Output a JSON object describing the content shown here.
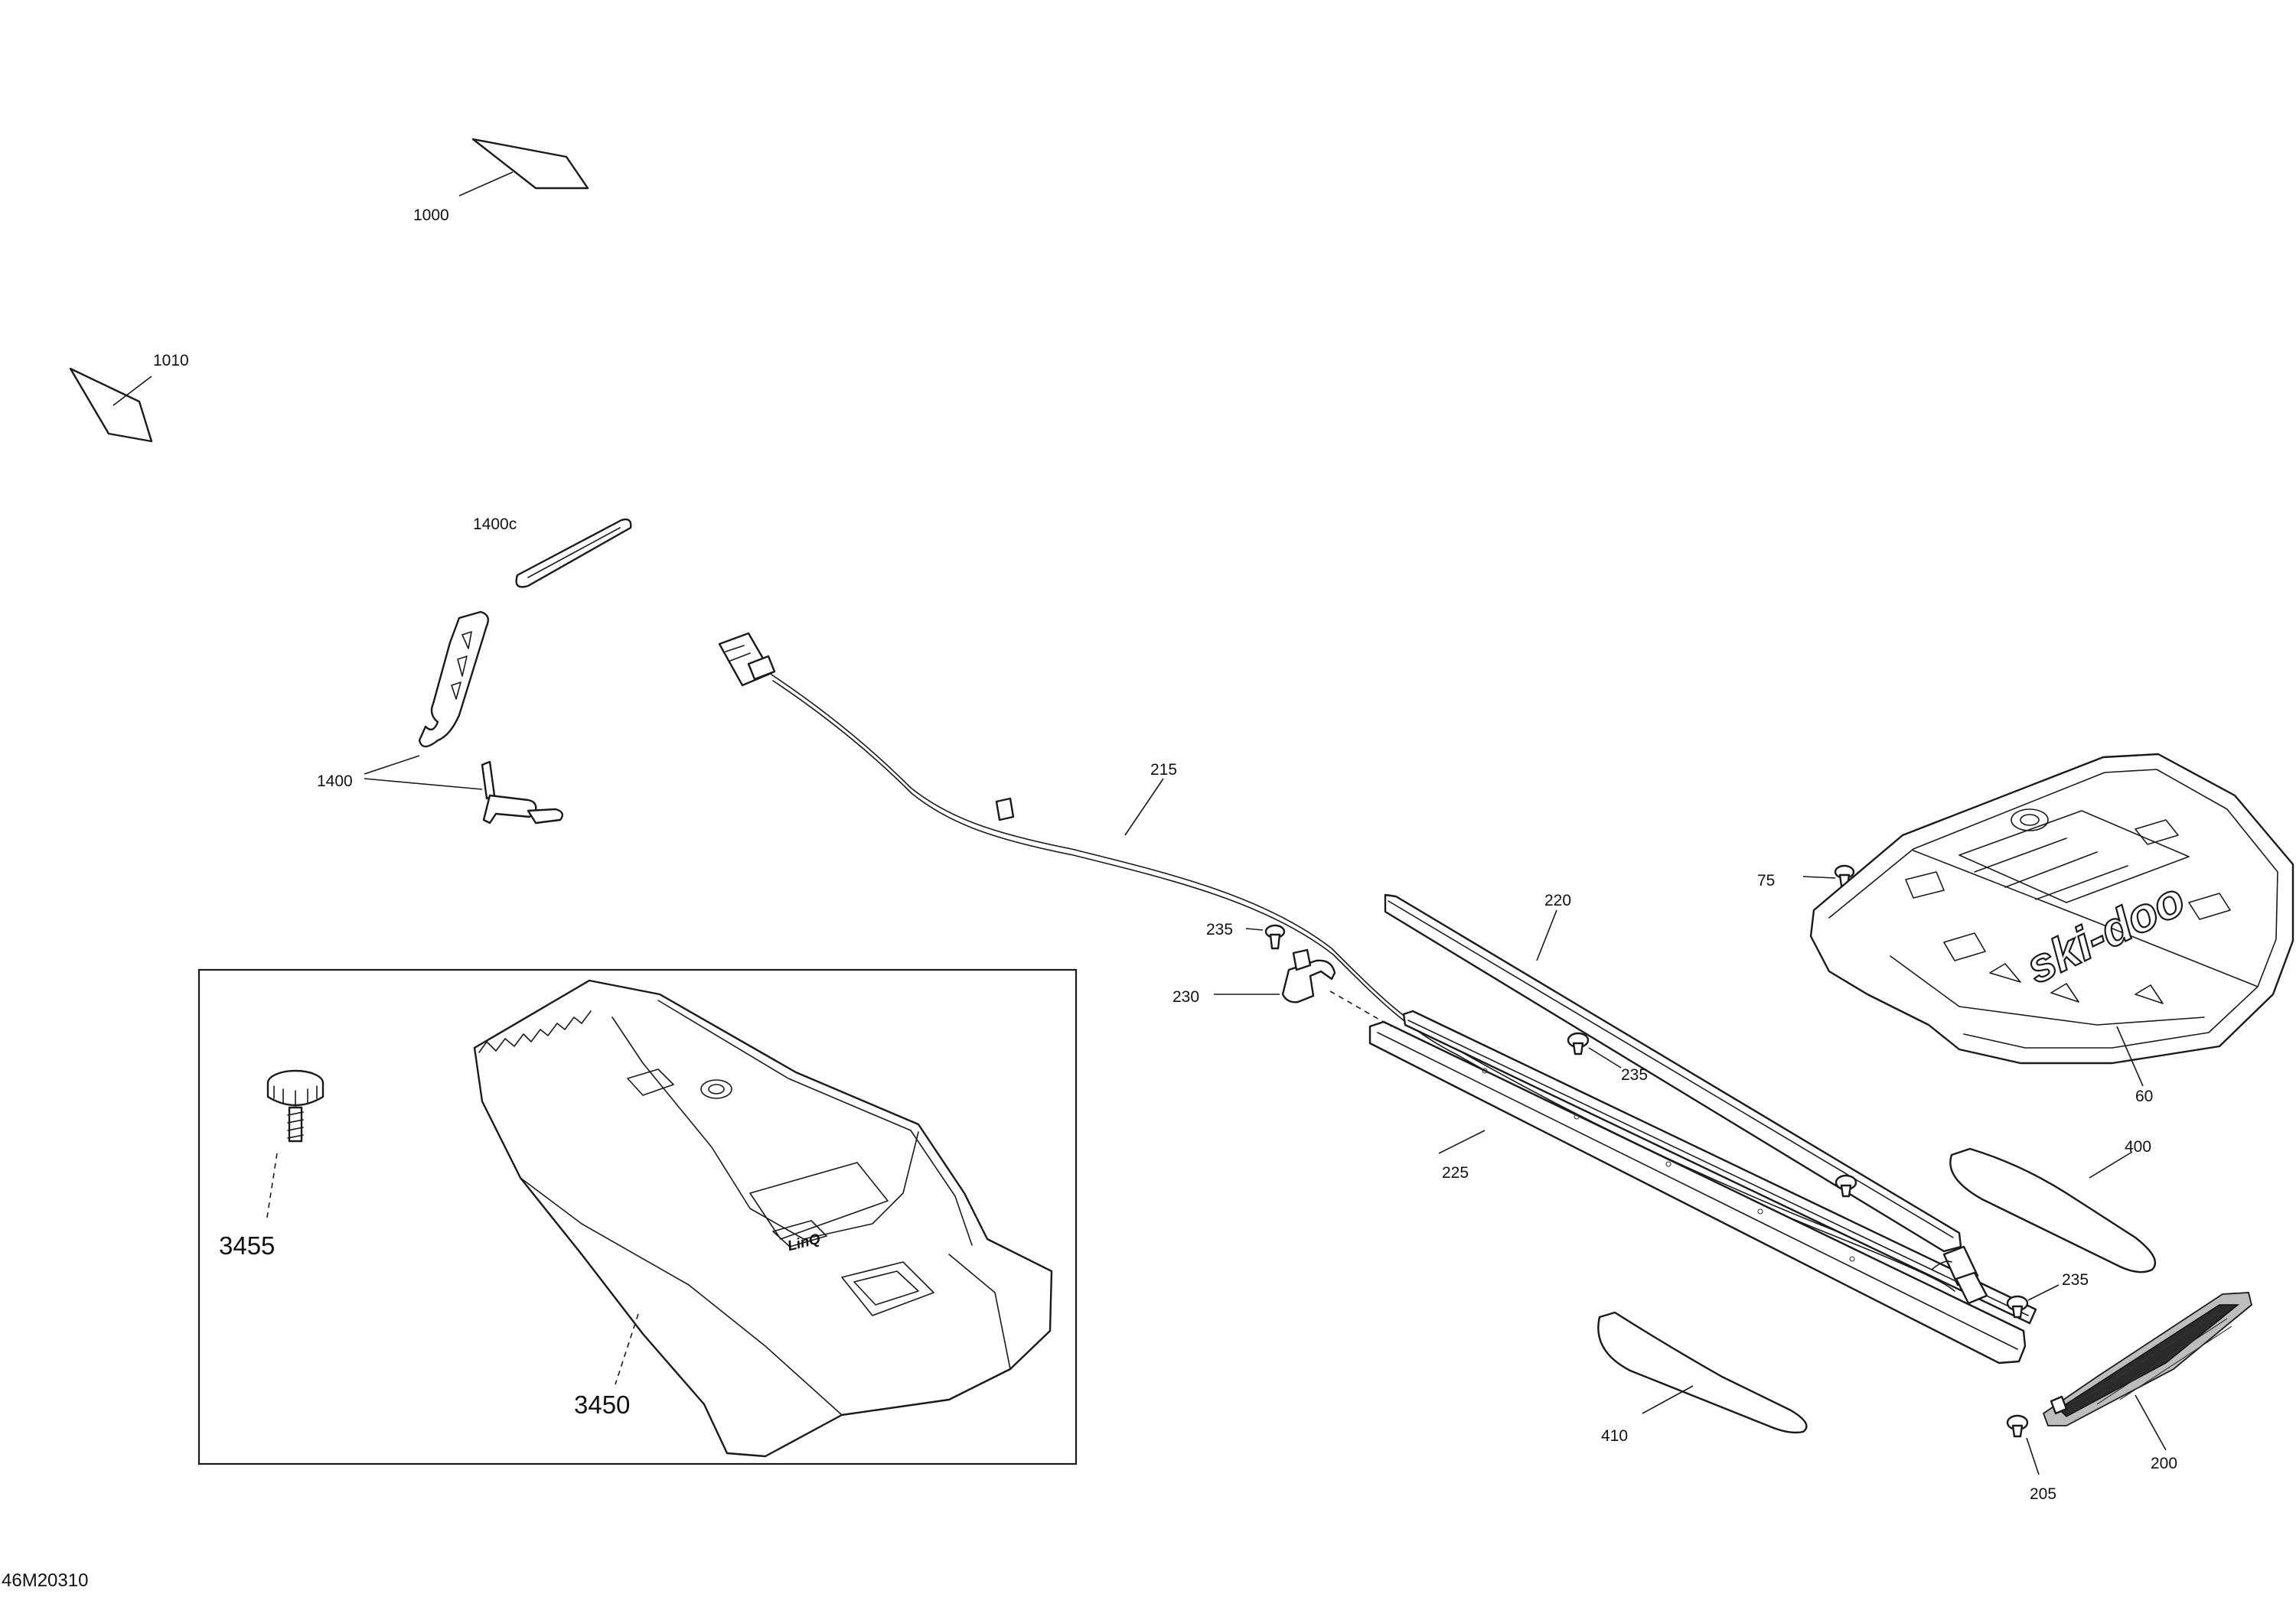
{
  "diagram_id": "46M20310",
  "callouts": {
    "p1000": "1000",
    "p1010": "1010",
    "p1400c": "1400c",
    "p1400": "1400",
    "p215": "215",
    "p220": "220",
    "p75": "75",
    "p235a": "235",
    "p230": "230",
    "p235b": "235",
    "p225": "225",
    "p60": "60",
    "p400": "400",
    "p235c": "235",
    "p410": "410",
    "p200": "200",
    "p205": "205",
    "p3455": "3455",
    "p3450": "3450"
  },
  "brand_logo_text": "ski-doo",
  "small_logo_text": "LinQ"
}
